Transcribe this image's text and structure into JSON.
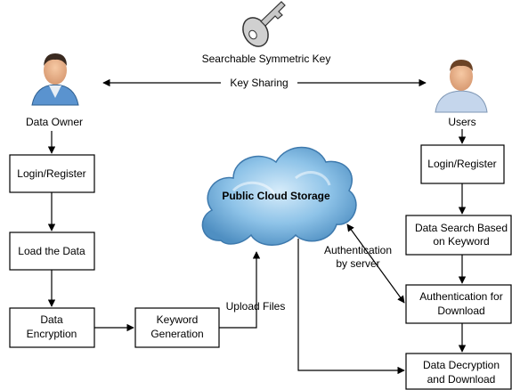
{
  "key": {
    "icon": "key-icon",
    "label": "Searchable Symmetric Key"
  },
  "key_sharing": {
    "label": "Key Sharing"
  },
  "data_owner": {
    "icon": "person-icon",
    "label": "Data Owner"
  },
  "users": {
    "icon": "person-icon",
    "label": "Users"
  },
  "cloud": {
    "icon": "cloud-icon",
    "label": "Public Cloud Storage",
    "color": "#8ec3e8"
  },
  "owner_flow": {
    "login": "Login/Register",
    "load": "Load the Data",
    "encryption_line1": "Data",
    "encryption_line2": "Encryption",
    "keyword_line1": "Keyword",
    "keyword_line2": "Generation"
  },
  "user_flow": {
    "login": "Login/Register",
    "search_line1": "Data Search Based",
    "search_line2": "on Keyword",
    "auth_line1": "Authentication for",
    "auth_line2": "Download",
    "decrypt_line1": "Data Decryption",
    "decrypt_line2": "and Download"
  },
  "edges": {
    "upload_files": "Upload Files",
    "auth_server_line1": "Authentication",
    "auth_server_line2": "by server"
  }
}
